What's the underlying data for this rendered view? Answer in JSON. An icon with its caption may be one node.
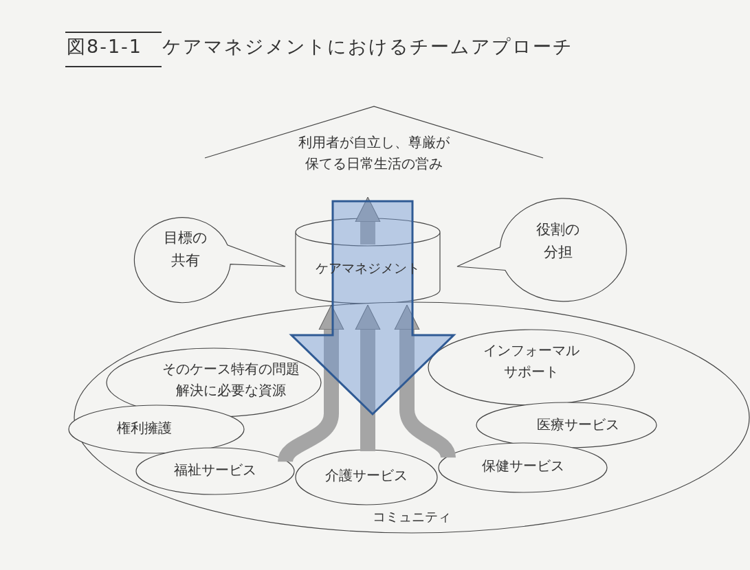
{
  "diagram": {
    "title": "図8-1-1　ケアマネジメントにおけるチームアプローチ",
    "nodes": [
      {
        "text": [
          "利用者が自立し、尊厳が保てる日常生活の営み"
        ]
      },
      {
        "text": [
          "目標の共有"
        ]
      },
      {
        "text": [
          "ケアマネジメント"
        ]
      },
      {
        "text": [
          "役割の分担"
        ]
      },
      {
        "text": [
          "コミュニティ"
        ]
      },
      {
        "text": [
          "そのケース特有の問題解決に必要な資源"
        ],
        "in": 4
      },
      {
        "text": [
          "インフォーマルサポート"
        ],
        "in": 4
      },
      {
        "text": [
          "権利擁護"
        ],
        "in": 4
      },
      {
        "text": [
          "医療サービス"
        ],
        "in": 4
      },
      {
        "text": [
          "福祉サービス"
        ],
        "in": 4
      },
      {
        "text": [
          "介護サービス"
        ],
        "in": 4
      },
      {
        "text": [
          "保健サービス"
        ],
        "in": 4
      }
    ],
    "edges": [
      {
        "from": 9,
        "to": 2,
        "arrow": "to"
      },
      {
        "from": 10,
        "to": 2,
        "arrow": "to"
      },
      {
        "from": 11,
        "to": 2,
        "arrow": "to"
      },
      {
        "from": 2,
        "to": 0,
        "arrow": "to"
      },
      {
        "from": 0,
        "to": 10,
        "arrow": "to",
        "style": "thick",
        "color": "#2f5a94"
      }
    ]
  }
}
